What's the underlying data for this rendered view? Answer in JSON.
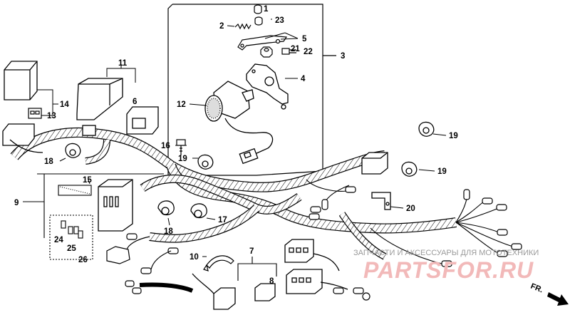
{
  "callouts": {
    "c1": "1",
    "c2": "2",
    "c23": "23",
    "c5": "5",
    "c21": "21",
    "c22": "22",
    "c3": "3",
    "c4": "4",
    "c11": "11",
    "c6": "6",
    "c12": "12",
    "c14": "14",
    "c13": "13",
    "c16": "16",
    "c19a": "19",
    "c18a": "18",
    "c19b": "19",
    "c19c": "19",
    "c15": "15",
    "c9": "9",
    "c20": "20",
    "c17": "17",
    "c18b": "18",
    "c24": "24",
    "c25": "25",
    "c26": "26",
    "c10": "10",
    "c7": "7",
    "c8": "8"
  },
  "watermark": {
    "text": "ЗАПЧАСТИ И АКСЕССУАРЫ ДЛЯ МОТОТЕХНИКИ",
    "logo": "PARTSFOR.RU"
  },
  "direction": {
    "label": "FR."
  },
  "colors": {
    "line": "#000000",
    "watermark_text": "#9a9a9a",
    "watermark_logo": "#f2b9b9"
  }
}
